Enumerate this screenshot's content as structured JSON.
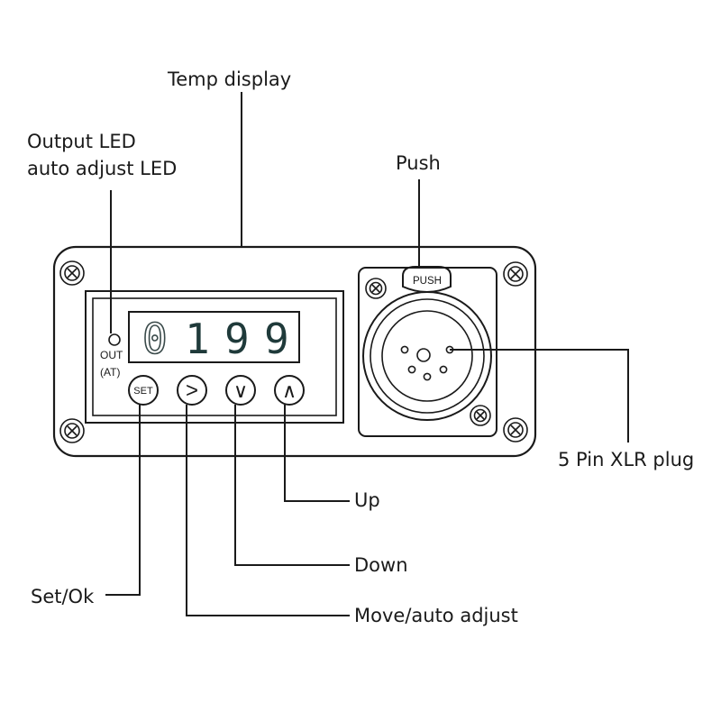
{
  "callouts": {
    "temp_display": "Temp display",
    "output_led": "Output LED",
    "auto_adjust_led": "auto adjust LED",
    "push": "Push",
    "xlr_plug": "5 Pin XLR plug",
    "up": "Up",
    "down": "Down",
    "set_ok": "Set/Ok",
    "move_auto_adjust": "Move/auto adjust"
  },
  "panel": {
    "led_label_out": "OUT",
    "led_label_at": "(AT)",
    "display_digits": [
      "0",
      "1",
      "9",
      "9"
    ],
    "set_button": "SET",
    "move_button": ">",
    "down_button": "∨",
    "up_button": "∧",
    "push_tab": "PUSH"
  }
}
